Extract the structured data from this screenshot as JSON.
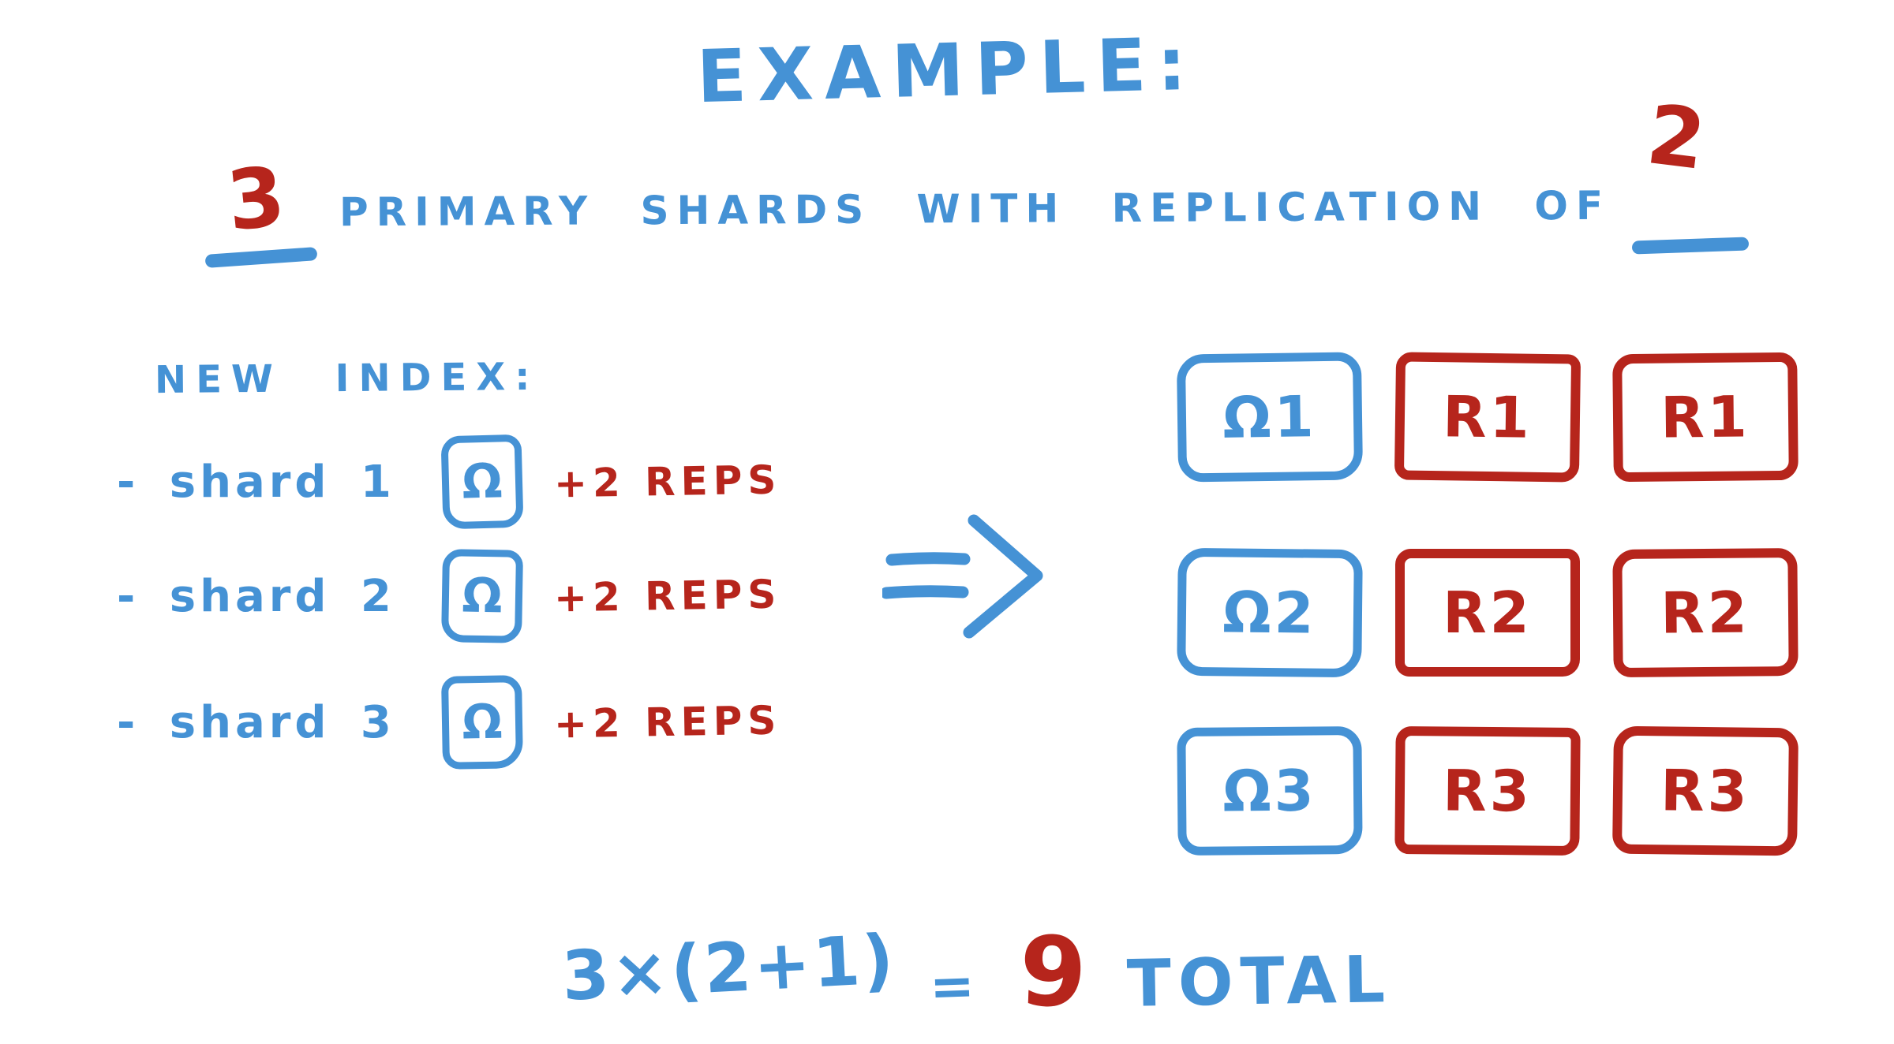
{
  "title": "EXAMPLE:",
  "subtitle": {
    "shard_count": "3",
    "middle_text": "PRIMARY SHARDS WITH REPLICATION OF",
    "replication_count": "2"
  },
  "new_index": {
    "heading": "NEW INDEX:",
    "rows": [
      {
        "label": "- shard 1",
        "primary_symbol": "Ω",
        "reps": "+2 REPS"
      },
      {
        "label": "- shard 2",
        "primary_symbol": "Ω",
        "reps": "+2 REPS"
      },
      {
        "label": "- shard 3",
        "primary_symbol": "Ω",
        "reps": "+2 REPS"
      }
    ]
  },
  "arrow_icon": "double-arrow-right",
  "shard_grid": {
    "rows": [
      {
        "primary": "Ω1",
        "replica1": "R1",
        "replica2": "R1"
      },
      {
        "primary": "Ω2",
        "replica1": "R2",
        "replica2": "R2"
      },
      {
        "primary": "Ω3",
        "replica1": "R3",
        "replica2": "R3"
      }
    ]
  },
  "formula": {
    "expression": "3×(2+1)",
    "equals_sign": "=",
    "result": "9",
    "result_label": "TOTAL"
  },
  "colors": {
    "blue": "#4592d5",
    "red": "#b6251c",
    "background": "#ffffff"
  }
}
